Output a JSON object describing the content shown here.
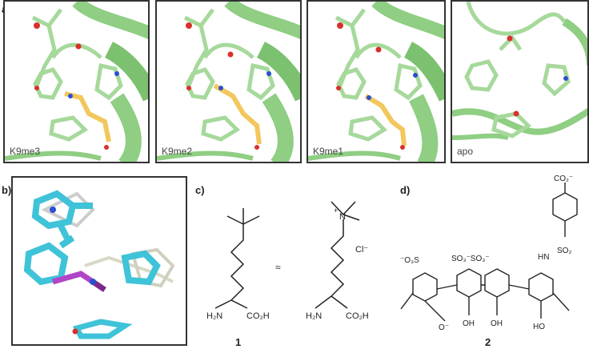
{
  "panel_a": {
    "letter": "a)",
    "tiles": [
      {
        "label": "K9me3"
      },
      {
        "label": "K9me2"
      },
      {
        "label": "K9me1"
      },
      {
        "label": "apo"
      }
    ]
  },
  "panel_b": {
    "letter": "b)"
  },
  "panel_c": {
    "letter": "c)",
    "approx_symbol": "≈",
    "mol1": {
      "amine": "H₂N",
      "acid": "CO₂H",
      "number": "1"
    },
    "mol2": {
      "amine": "H₂N",
      "acid": "CO₂H",
      "cation": "N",
      "plus": "+",
      "counterion": "Cl⁻"
    }
  },
  "panel_d": {
    "letter": "d)",
    "number": "2",
    "groups": {
      "carboxylate": "CO₂⁻",
      "nh": "HN",
      "so2": "SO₂",
      "so3_left": "⁻O₃S",
      "so3_mid": "SO₃⁻SO₃⁻",
      "phenoxide": "O⁻",
      "oh1": "OH",
      "oh2": "OH",
      "oh3": "HO"
    }
  },
  "colors": {
    "ribbon": "#8fce83",
    "ribbon_dark": "#5fa052",
    "ligand": "#f2c75c",
    "oxygen": "#d9302c",
    "nitrogen": "#2a4fd0",
    "cyan": "#3fc3d8",
    "magenta": "#b045c8"
  }
}
